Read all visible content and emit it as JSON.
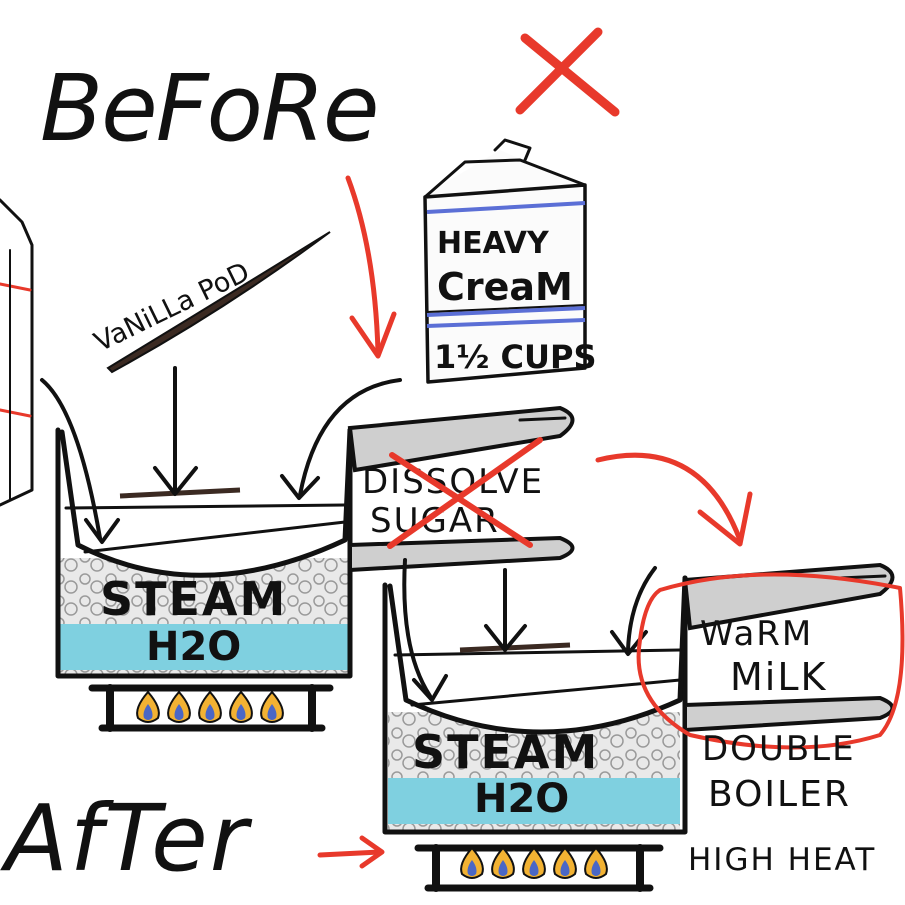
{
  "headings": {
    "before": "BeFoRe",
    "after": "AfTer"
  },
  "ingredients": {
    "vanilla_pod": "VaNiLLa PoD",
    "carton_line1": "HEAVY",
    "carton_line2": "CreaM",
    "carton_amount": "1½ CUPS"
  },
  "pans": {
    "before_steam": "STEAM",
    "before_water": "H2O",
    "after_steam": "STEAM",
    "after_water": "H2O"
  },
  "notes": {
    "dissolve_line1": "DISSOLVE",
    "dissolve_line2": "SUGAR",
    "warm_line1": "WaRM",
    "warm_line2": "MiLK",
    "boiler_line1": "DOUBLE",
    "boiler_line2": "BOILER",
    "heat": "HIGH HEAT"
  },
  "colors": {
    "ink": "#111111",
    "accent_red": "#e8392b",
    "water_blue": "#7fd0e0",
    "pan_grey": "#cfcfcf",
    "flame_yellow": "#f2b233",
    "flame_blue": "#4a67c6",
    "carton_stripe": "#5b6fd6"
  }
}
